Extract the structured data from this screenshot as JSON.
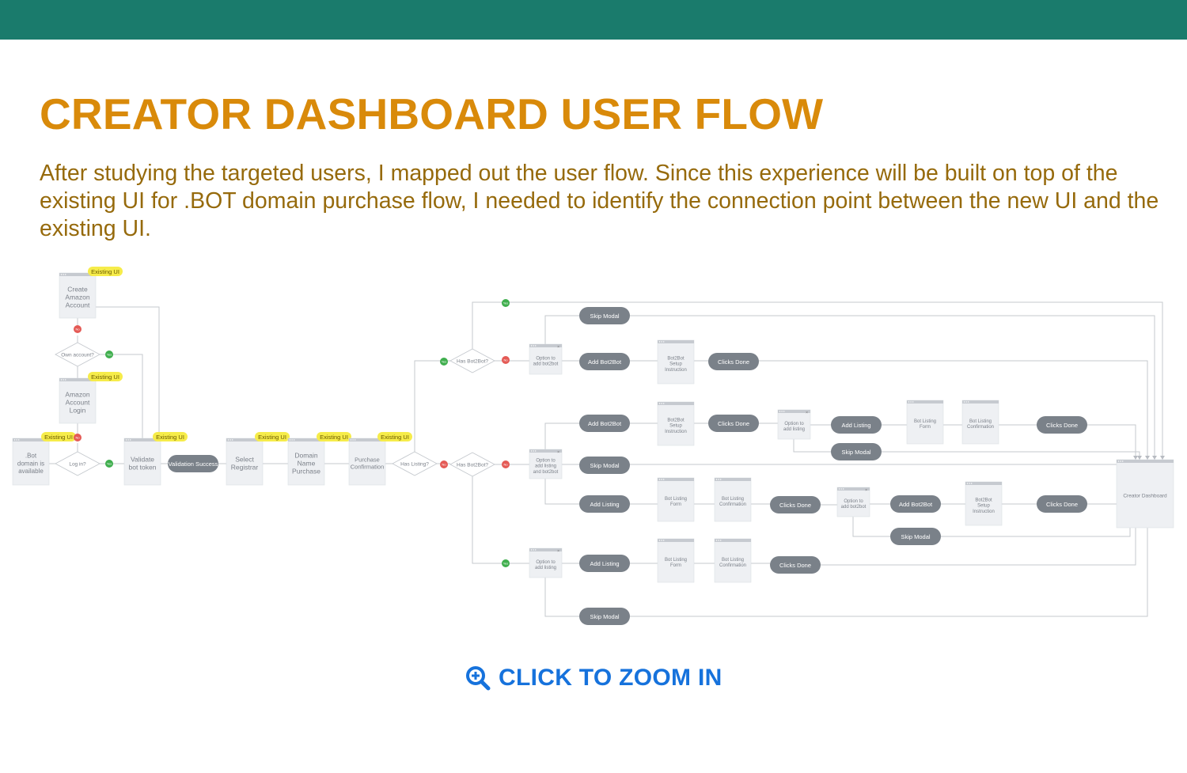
{
  "header": {
    "bar_color": "#1a7b6c"
  },
  "title": "CREATOR DASHBOARD USER FLOW",
  "intro": "After studying the targeted users, I mapped out the user flow. Since this experience will be built on top of the existing UI for .BOT domain purchase flow, I needed to identify the connection point between the new UI and the existing UI.",
  "flow": {
    "existing_tag": "Existing UI",
    "yes": "Yes",
    "no": "No",
    "pages": [
      {
        "id": "create",
        "lines": [
          "Create",
          "Amazon",
          "Account"
        ],
        "tag": true
      },
      {
        "id": "login",
        "lines": [
          "Amazon",
          "Account",
          "Login"
        ],
        "tag": true
      },
      {
        "id": "botavail",
        "lines": [
          ".Bot",
          "domain is",
          "available"
        ],
        "tag": true
      },
      {
        "id": "validate",
        "lines": [
          "Validate",
          "bot token"
        ],
        "tag": true
      },
      {
        "id": "registrar",
        "lines": [
          "Select",
          "Registrar"
        ],
        "tag": true
      },
      {
        "id": "domain",
        "lines": [
          "Domain",
          "Name",
          "Purchase"
        ],
        "tag": true
      },
      {
        "id": "purchase",
        "lines": [
          "Purchase",
          "Confirmation"
        ],
        "tag": true
      },
      {
        "id": "opt-bot2bot-1",
        "lines": [
          "Option to",
          "add bot2bot"
        ]
      },
      {
        "id": "setup-1",
        "lines": [
          "Bot2Bot",
          "Setup",
          "Instruction"
        ]
      },
      {
        "id": "opt-both",
        "lines": [
          "Option to",
          "add listing",
          "and bot2bot"
        ]
      },
      {
        "id": "setup-2",
        "lines": [
          "Bot2Bot",
          "Setup",
          "Instruction"
        ]
      },
      {
        "id": "opt-listing-1",
        "lines": [
          "Option to",
          "add listing"
        ]
      },
      {
        "id": "listform-1",
        "lines": [
          "Bot Listing",
          "Form"
        ]
      },
      {
        "id": "listconf-1",
        "lines": [
          "Bot Listing",
          "Confirmation"
        ]
      },
      {
        "id": "listform-2",
        "lines": [
          "Bot Listing",
          "Form"
        ]
      },
      {
        "id": "listconf-2",
        "lines": [
          "Bot Listing",
          "Confirmation"
        ]
      },
      {
        "id": "opt-bot2bot-2",
        "lines": [
          "Option to",
          "add bot2bot"
        ]
      },
      {
        "id": "setup-3",
        "lines": [
          "Bot2Bot",
          "Setup",
          "Instruction"
        ]
      },
      {
        "id": "opt-listing-2",
        "lines": [
          "Option to",
          "add listing"
        ]
      },
      {
        "id": "listform-3",
        "lines": [
          "Bot Listing",
          "Form"
        ]
      },
      {
        "id": "listconf-3",
        "lines": [
          "Bot Listing",
          "Confirmation"
        ]
      },
      {
        "id": "creator-dashboard",
        "lines": [
          "Creator Dashboard"
        ]
      }
    ],
    "actions": [
      "Validation Success",
      "Skip Modal",
      "Add Bot2Bot",
      "Clicks Done",
      "Add Bot2Bot",
      "Clicks Done",
      "Add Listing",
      "Skip Modal",
      "Clicks Done",
      "Skip Modal",
      "Add Listing",
      "Clicks Done",
      "Add Bot2Bot",
      "Skip Modal",
      "Clicks Done",
      "Add Listing",
      "Clicks Done",
      "Skip Modal"
    ],
    "decisions": [
      "Own account?",
      "Log in?",
      "Has Listing?",
      "Has Bot2Bot?",
      "Has Bot2Bot?"
    ]
  },
  "zoom": {
    "label": "CLICK TO ZOOM IN",
    "icon": "zoom-in-icon"
  }
}
